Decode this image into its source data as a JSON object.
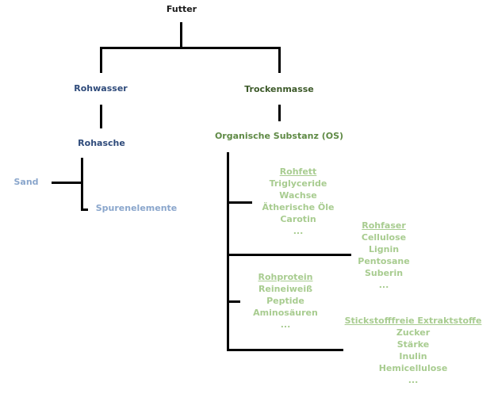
{
  "root": "Futter",
  "level1": {
    "left": "Rohwasser",
    "right": "Trockenmasse"
  },
  "rohasche": {
    "label": "Rohasche",
    "children": [
      "Sand",
      "Spurenelemente"
    ]
  },
  "os": {
    "label": "Organische Substanz (OS)",
    "groups": {
      "rohfett": {
        "title": "Rohfett",
        "items": [
          "Triglyceride",
          "Wachse",
          "Ätherische Öle",
          "Carotin",
          "..."
        ]
      },
      "rohfaser": {
        "title": "Rohfaser",
        "items": [
          "Cellulose",
          "Lignin",
          "Pentosane",
          "Suberin",
          "..."
        ]
      },
      "rohprotein": {
        "title": "Rohprotein",
        "items": [
          "Reineiweiß",
          "Peptide",
          "Aminosäuren",
          "..."
        ]
      },
      "nfe": {
        "title": "Stickstofffreie Extraktstoffe",
        "items": [
          "Zucker",
          "Stärke",
          "Inulin",
          "Hemicellulose",
          "..."
        ]
      }
    }
  },
  "colors": {
    "root": "#1a1a1a",
    "rohwasser": "#2e4a7a",
    "trockenmasse": "#3d5a2a",
    "os": "#5f8a45",
    "ash_children": "#8aa6cc",
    "os_children": "#a8cc90"
  }
}
